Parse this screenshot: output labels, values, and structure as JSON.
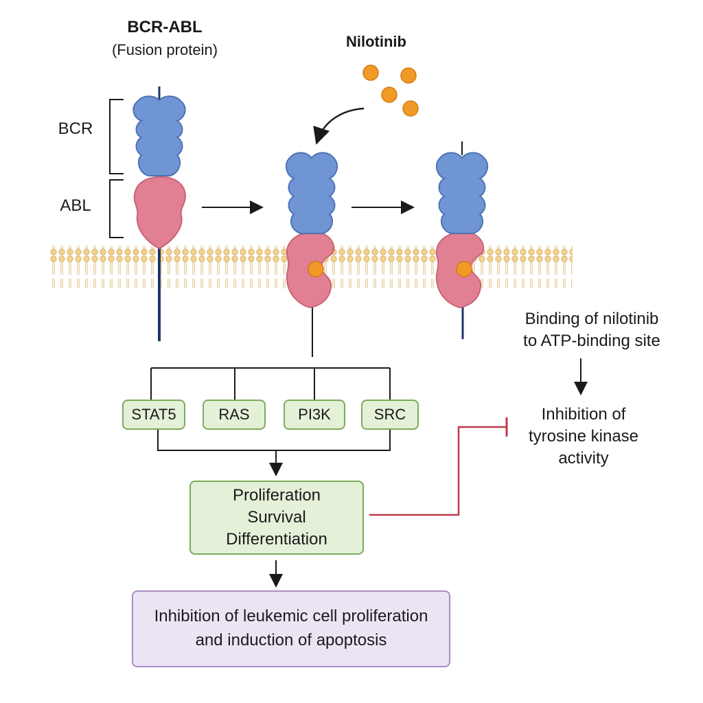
{
  "title": "BCR-ABL",
  "subtitle": "(Fusion protein)",
  "drug_label": "Nilotinib",
  "domain_labels": {
    "bcr": "BCR",
    "abl": "ABL"
  },
  "pathways": [
    "STAT5",
    "RAS",
    "PI3K",
    "SRC"
  ],
  "outcome": [
    "Proliferation",
    "Survival",
    "Differentiation"
  ],
  "binding_note": [
    "Binding of nilotinib",
    "to ATP-binding site"
  ],
  "inhibition_note": [
    "Inhibition of",
    "tyrosine kinase",
    "activity"
  ],
  "final_outcome": [
    "Inhibition of leukemic cell proliferation",
    "and induction of apoptosis"
  ],
  "colors": {
    "bcr_domain": "#6f95d4",
    "abl_domain": "#e17f93",
    "drug": "#f29a28",
    "membrane": "#f5dfa8",
    "pathway_box": "#e4f0d8",
    "final_box": "#ece4f3",
    "inhibition_line": "#c0394c"
  }
}
